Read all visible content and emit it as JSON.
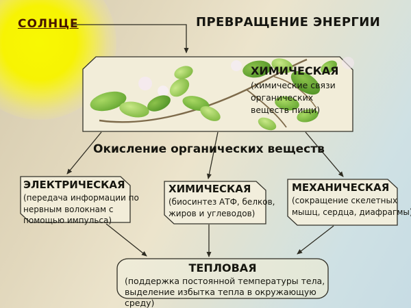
{
  "slide": {
    "title": "ПРЕВРАЩЕНИЕ ЭНЕРГИИ",
    "sun_label": "СОЛНЦЕ",
    "oxidation_label": "Окисление органических веществ"
  },
  "boxes": {
    "chemical_food": {
      "title": "ХИМИЧЕСКАЯ",
      "desc": [
        "(химические связи",
        "органических",
        "веществ пищи)"
      ]
    },
    "electrical": {
      "title": "ЭЛЕКТРИЧЕСКАЯ",
      "desc": [
        "(передача информации по",
        "нервным волокнам с",
        "помощью импульса)"
      ]
    },
    "chemical_synthesis": {
      "title": "ХИМИЧЕСКАЯ",
      "desc": [
        "(биосинтез АТФ, белков,",
        "жиров и углеводов)"
      ]
    },
    "mechanical": {
      "title": "МЕХАНИЧЕСКАЯ",
      "desc": [
        "(сокращение скелетных",
        "мышц, сердца, диафрагмы)"
      ]
    },
    "thermal": {
      "title": "ТЕПЛОВАЯ",
      "desc": [
        "(поддержка постоянной температуры тела,",
        "выделение избытка тепла в окружающую",
        "среду)"
      ]
    }
  },
  "icons": {
    "sun": "sun-icon",
    "leaves": "leafy-branch-image"
  },
  "colors": {
    "background_left": "#d5caad",
    "background_right": "#c7dce4",
    "box_fill": "#f2edd9",
    "box_border": "#33322a",
    "sun_yellow": "#f7f303",
    "sun_label_color": "#471600",
    "text_color": "#16160f",
    "leaf_green": "#76b83c"
  }
}
